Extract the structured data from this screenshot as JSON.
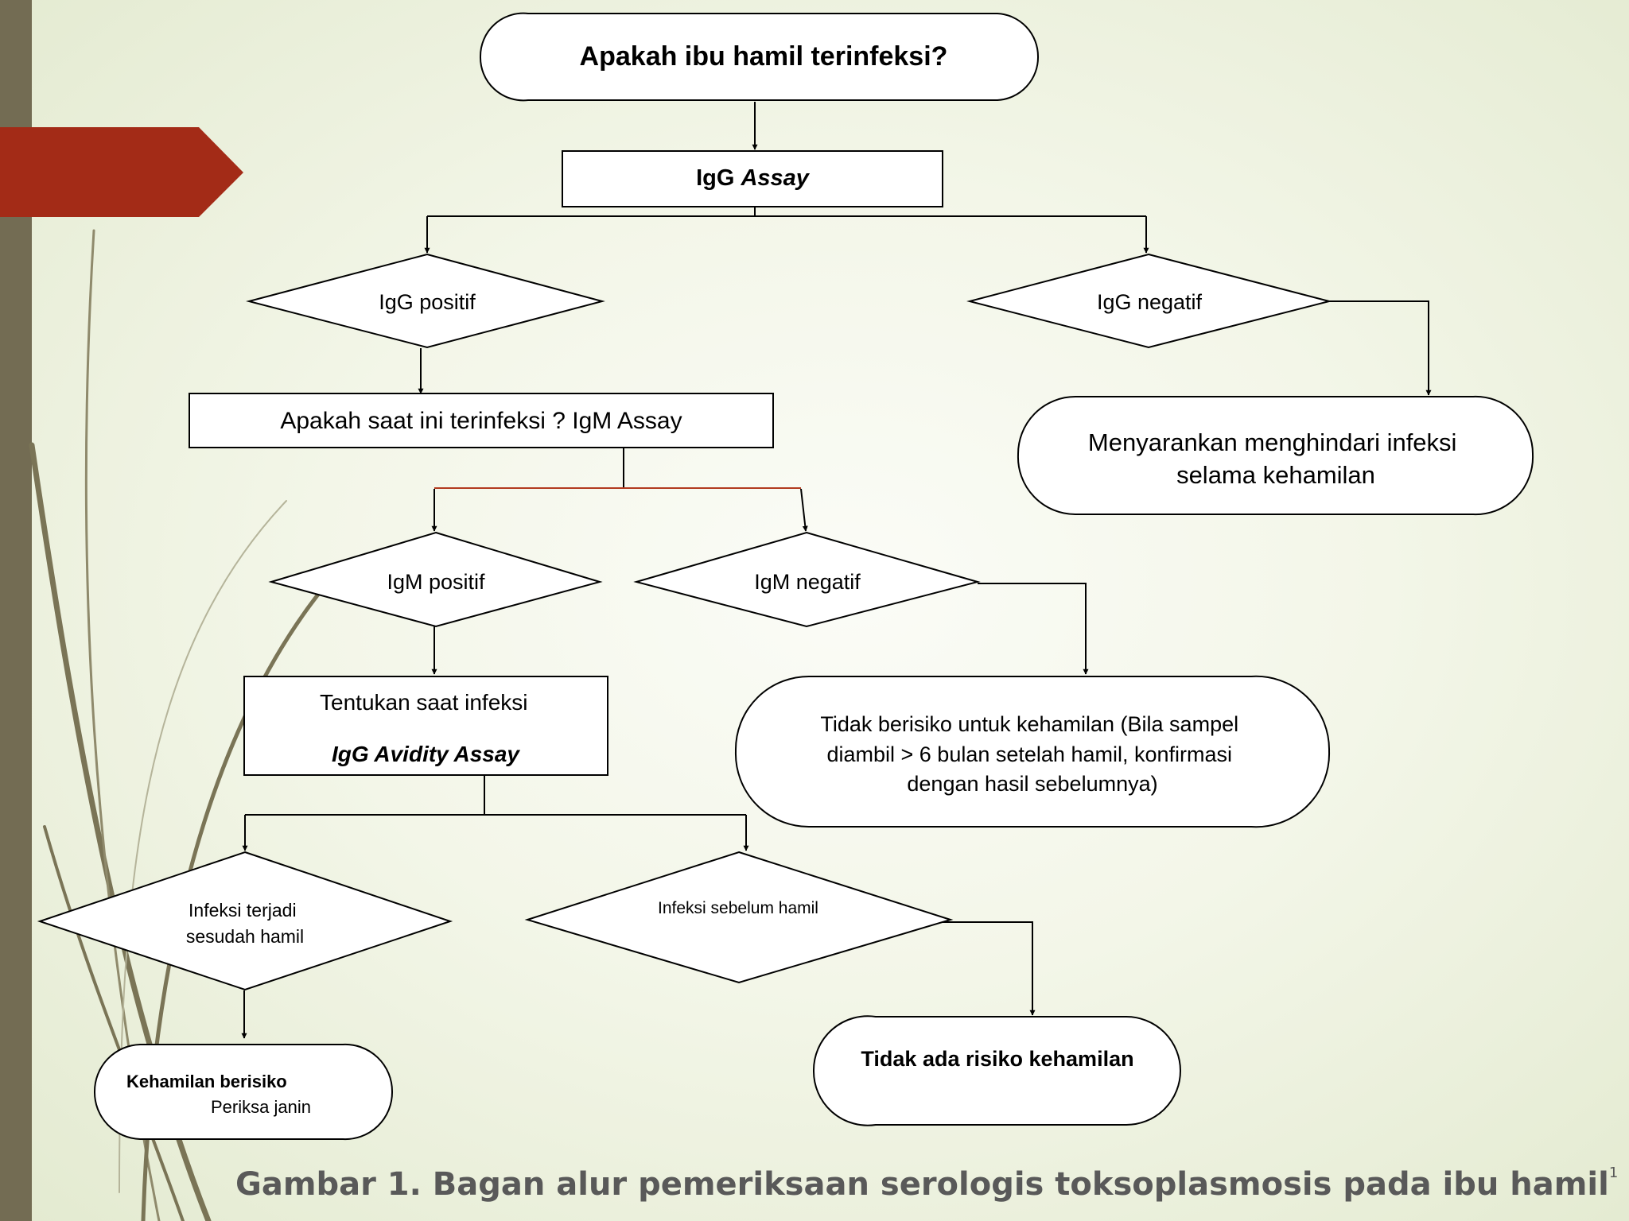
{
  "nodes": {
    "start": "Apakah ibu hamil terinfeksi?",
    "igg_assay": {
      "plain": "IgG ",
      "italic": "Assay"
    },
    "igg_positive": "IgG positif",
    "igg_negative": "IgG negatif",
    "avoid_infection": [
      "Menyarankan menghindari infeksi",
      "selama kehamilan"
    ],
    "igm_assay": "Apakah saat ini terinfeksi ? IgM Assay",
    "igm_positive": "IgM positif",
    "igm_negative": "IgM negatif",
    "no_risk_note": [
      "Tidak berisiko untuk kehamilan (Bila  sampel",
      "diambil > 6 bulan setelah hamil, konfirmasi",
      "dengan hasil sebelumnya)"
    ],
    "determine_infection": {
      "line1": "Tentukan saat infeksi",
      "line2": "IgG Avidity Assay"
    },
    "infection_after": [
      "Infeksi terjadi",
      "sesudah hamil"
    ],
    "infection_before": "Infeksi sebelum hamil",
    "risky_pregnancy": {
      "title": "Kehamilan berisiko",
      "detail": "Periksa janin"
    },
    "no_pregnancy_risk": "Tidak ada risiko kehamilan"
  },
  "caption": {
    "text": "Gambar 1. Bagan alur pemeriksaan serologis toksoplasmosis pada ibu hamil",
    "superscript": "1"
  },
  "colors": {
    "stripe": "#736c53",
    "banner": "#a32b17",
    "background": "#f3f6e8",
    "connector": "#000000",
    "accent_connector": "#b23a1f",
    "caption": "#595959"
  }
}
